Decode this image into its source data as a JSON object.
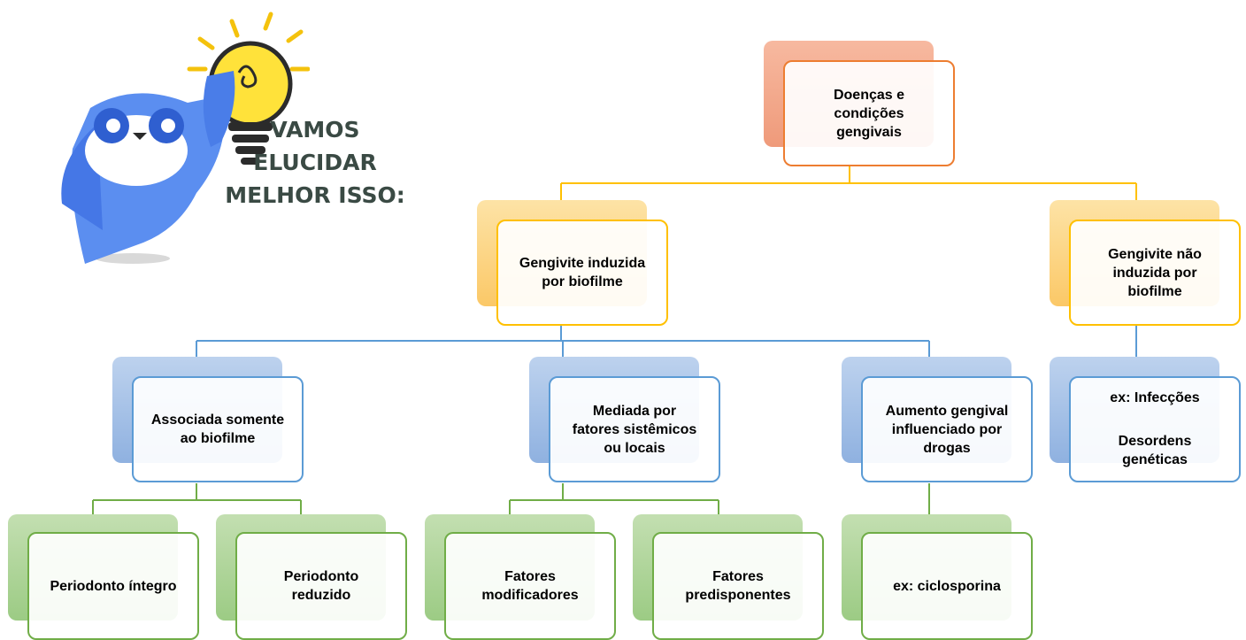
{
  "banner": {
    "line1": "VAMOS",
    "line2": "ELUCIDAR",
    "line3": "MELHOR ISSO:"
  },
  "diagram": {
    "root": {
      "lines": [
        "Doenças e",
        "condições",
        "gengivais"
      ]
    },
    "branch_a": {
      "lines": [
        "Gengivite induzida",
        "por biofilme"
      ]
    },
    "branch_b": {
      "lines": [
        "Gengivite não",
        "induzida por",
        "biofilme"
      ]
    },
    "a1": {
      "lines": [
        "Associada somente",
        "ao biofilme"
      ]
    },
    "a2": {
      "lines": [
        "Mediada por",
        "fatores sistêmicos",
        "ou locais"
      ]
    },
    "a3": {
      "lines": [
        "Aumento gengival",
        "influenciado por",
        "drogas"
      ]
    },
    "b1": {
      "line1": "ex: Infecções",
      "line2": "Desordens",
      "line3": "genéticas"
    },
    "a1_1": {
      "lines": [
        "Periodonto íntegro"
      ]
    },
    "a1_2": {
      "lines": [
        "Periodonto",
        "reduzido"
      ]
    },
    "a2_1": {
      "lines": [
        "Fatores",
        "modificadores"
      ]
    },
    "a2_2": {
      "lines": [
        "Fatores",
        "predisponentes"
      ]
    },
    "a3_1": {
      "lines": [
        "ex: ciclosporina"
      ]
    }
  },
  "colors": {
    "level0": "#ed7d31",
    "level1": "#ffc000",
    "level2": "#5b9bd5",
    "level3": "#70ad47"
  },
  "icons": [
    "owl-mascot-icon",
    "lightbulb-icon"
  ]
}
